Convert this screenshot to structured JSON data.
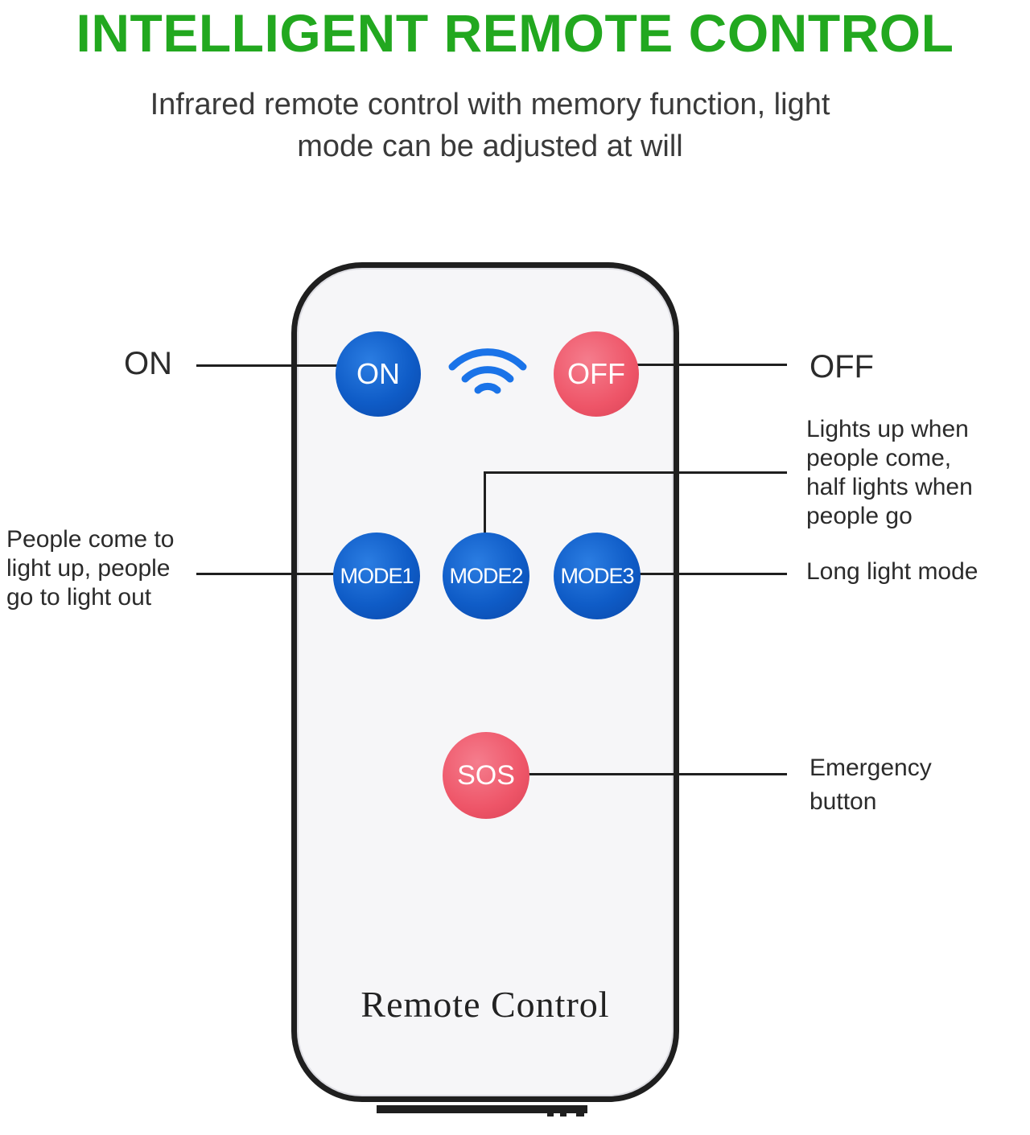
{
  "title": "INTELLIGENT REMOTE CONTROL",
  "subtitle": {
    "line1": "Infrared remote control with memory function, light",
    "line2": "mode can be adjusted at will"
  },
  "remote": {
    "brand_text": "Remote Control",
    "buttons": {
      "on": "ON",
      "off": "OFF",
      "mode1": "MODE1",
      "mode2": "MODE2",
      "mode3": "MODE3",
      "sos": "SOS"
    }
  },
  "callouts": {
    "on": "ON",
    "off": "OFF",
    "mode1": [
      "People come to",
      "light up, people",
      "go to light out"
    ],
    "mode2": [
      "Lights up when",
      "people come,",
      "half lights when",
      "people go"
    ],
    "mode3": "Long light mode",
    "sos": [
      "Emergency",
      "button"
    ]
  },
  "colors": {
    "title": "#22a81f",
    "button_blue": "#0f5cc7",
    "button_red": "#ee5568",
    "wifi_icon": "#1a73e8"
  },
  "icons": [
    "wifi-icon"
  ]
}
